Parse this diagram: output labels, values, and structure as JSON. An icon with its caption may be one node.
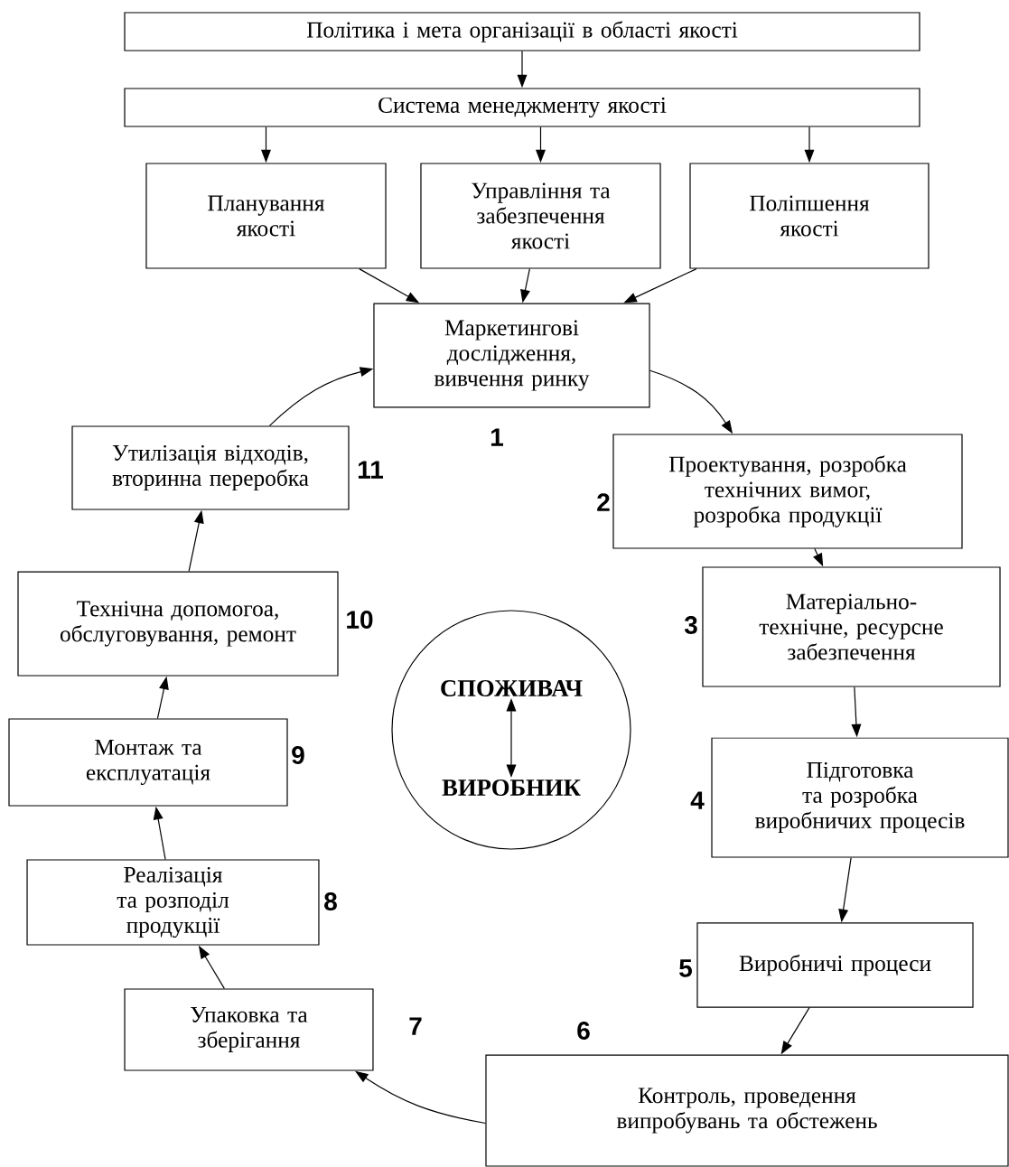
{
  "diagram": {
    "nodes": [
      {
        "text": [
          "Політика і мета організації в області якості"
        ]
      },
      {
        "text": [
          "Система менеджменту якості"
        ]
      },
      {
        "text": [
          "Планування якості"
        ]
      },
      {
        "text": [
          "Управління та забезпечення якості"
        ]
      },
      {
        "text": [
          "Поліпшення якості"
        ]
      },
      {
        "text": [
          "Маркетингові дослідження, вивчення ринку"
        ],
        "beside": [
          "1"
        ]
      },
      {
        "text": [
          "Проектування, розробка технічних вимог, розробка продукції"
        ],
        "beside": [
          "2"
        ]
      },
      {
        "text": [
          "Матеріально-технічне, ресурсне забезпечення"
        ],
        "beside": [
          "3"
        ]
      },
      {
        "text": [
          "Підготовка та розробка виробничих процесів"
        ],
        "beside": [
          "4"
        ]
      },
      {
        "text": [
          "Виробничі процеси"
        ],
        "beside": [
          "5"
        ]
      },
      {
        "text": [
          "Контроль, проведення випробувань та обстежень"
        ],
        "beside": [
          "6"
        ]
      },
      {
        "text": [
          "Упаковка та зберігання"
        ],
        "beside": [
          "7"
        ]
      },
      {
        "text": [
          "Реалізація та розподіл продукції"
        ],
        "beside": [
          "8"
        ]
      },
      {
        "text": [
          "Монтаж та експлуатація"
        ],
        "beside": [
          "9"
        ]
      },
      {
        "text": [
          "Технічна допомогоа, обслуговування, ремонт"
        ],
        "beside": [
          "10"
        ]
      },
      {
        "text": [
          "Утилізація відходів, вторинна переробка"
        ],
        "beside": [
          "11"
        ]
      },
      {
        "text": [],
        "shape": "circle"
      },
      {
        "text": [
          "СПОЖИВАЧ"
        ],
        "in": 16
      },
      {
        "text": [
          "ВИРОБНИК"
        ],
        "in": 16
      }
    ],
    "edges": [
      {
        "from": 0,
        "to": 1,
        "arrow": "to"
      },
      {
        "from": 1,
        "to": 2,
        "arrow": "to"
      },
      {
        "from": 1,
        "to": 3,
        "arrow": "to"
      },
      {
        "from": 1,
        "to": 4,
        "arrow": "to"
      },
      {
        "from": 2,
        "to": 5,
        "arrow": "to"
      },
      {
        "from": 3,
        "to": 5,
        "arrow": "to"
      },
      {
        "from": 4,
        "to": 5,
        "arrow": "to"
      },
      {
        "from": 5,
        "to": 6,
        "arrow": "to"
      },
      {
        "from": 6,
        "to": 7,
        "arrow": "to"
      },
      {
        "from": 7,
        "to": 8,
        "arrow": "to"
      },
      {
        "from": 8,
        "to": 9,
        "arrow": "to"
      },
      {
        "from": 9,
        "to": 10,
        "arrow": "to"
      },
      {
        "from": 10,
        "to": 11,
        "arrow": "to"
      },
      {
        "from": 11,
        "to": 12,
        "arrow": "to"
      },
      {
        "from": 12,
        "to": 13,
        "arrow": "to"
      },
      {
        "from": 13,
        "to": 14,
        "arrow": "to"
      },
      {
        "from": 14,
        "to": 15,
        "arrow": "to"
      },
      {
        "from": 15,
        "to": 5,
        "arrow": "to"
      },
      {
        "from": 17,
        "to": 18,
        "arrow": "both"
      }
    ]
  }
}
